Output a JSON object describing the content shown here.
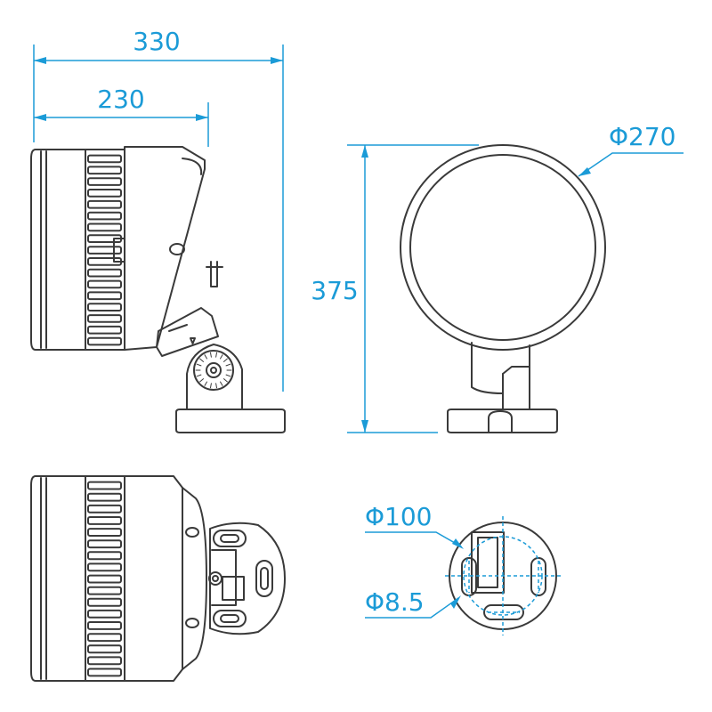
{
  "colors": {
    "dimension": "#1b9bd7",
    "outline": "#3a3a3a",
    "background": "#ffffff"
  },
  "dimensions": {
    "overall_length": "330",
    "body_length": "230",
    "height": "375",
    "front_diameter": "Φ270",
    "mount_circle_diameter": "Φ100",
    "mount_hole_diameter": "Φ8.5"
  }
}
